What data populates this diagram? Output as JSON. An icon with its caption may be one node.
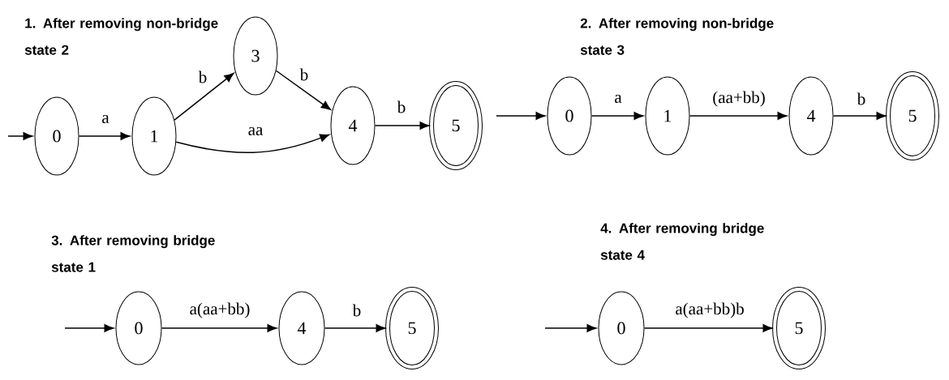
{
  "diagram": {
    "nodes": [
      {
        "text": [
          "0"
        ]
      },
      {
        "text": [
          "1"
        ]
      },
      {
        "text": [
          "3"
        ]
      },
      {
        "text": [
          "4"
        ]
      },
      {
        "text": [
          "5"
        ]
      },
      {
        "text": [
          "0"
        ]
      },
      {
        "text": [
          "1"
        ]
      },
      {
        "text": [
          "4"
        ]
      },
      {
        "text": [
          "5"
        ]
      },
      {
        "text": [
          "0"
        ]
      },
      {
        "text": [
          "4"
        ]
      },
      {
        "text": [
          "5"
        ]
      },
      {
        "text": [
          "0"
        ]
      },
      {
        "text": [
          "5"
        ]
      }
    ],
    "edges": [
      {
        "from": null,
        "to": 0,
        "arrow": "to"
      },
      {
        "from": 0,
        "to": 1,
        "arrow": "to",
        "label": "a"
      },
      {
        "from": 1,
        "to": 2,
        "arrow": "to",
        "label": "b"
      },
      {
        "from": 2,
        "to": 3,
        "arrow": "to",
        "label": "b"
      },
      {
        "from": 1,
        "to": 3,
        "arrow": "to",
        "label": "aa"
      },
      {
        "from": 3,
        "to": 4,
        "arrow": "to",
        "label": "b"
      },
      {
        "from": null,
        "to": 5,
        "arrow": "to"
      },
      {
        "from": 5,
        "to": 6,
        "arrow": "to",
        "label": "a"
      },
      {
        "from": 6,
        "to": 7,
        "arrow": "to",
        "label": "(aa+bb)"
      },
      {
        "from": 7,
        "to": 8,
        "arrow": "to",
        "label": "b"
      },
      {
        "from": null,
        "to": 9,
        "arrow": "to"
      },
      {
        "from": 9,
        "to": 10,
        "arrow": "to",
        "label": "a(aa+bb)"
      },
      {
        "from": 10,
        "to": 11,
        "arrow": "to",
        "label": "b"
      },
      {
        "from": null,
        "to": 12,
        "arrow": "to"
      },
      {
        "from": 12,
        "to": 13,
        "arrow": "to",
        "label": "a(aa+bb)b"
      }
    ],
    "labels": [
      "1. After removing non-bridge state 2",
      "2. After removing non-bridge state 3",
      "3. After removing bridge state 1",
      "4. After removing bridge state 4"
    ]
  }
}
